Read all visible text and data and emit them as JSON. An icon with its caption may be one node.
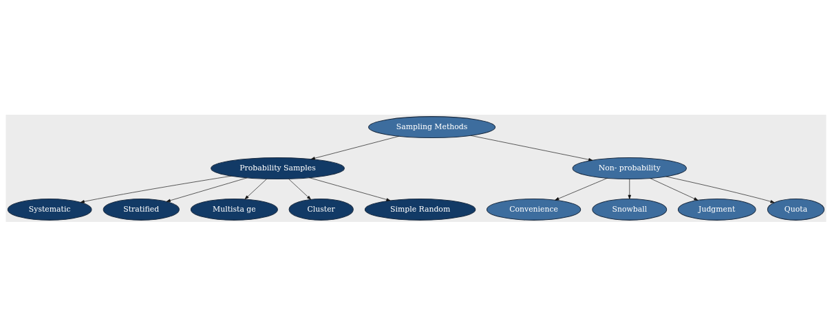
{
  "diagram": {
    "nodes": [
      {
        "text": [
          "Sampling Methods"
        ]
      },
      {
        "text": [
          "Probability Samples"
        ]
      },
      {
        "text": [
          "Non- probability"
        ]
      },
      {
        "text": [
          "Systematic"
        ]
      },
      {
        "text": [
          "Stratified"
        ]
      },
      {
        "text": [
          "Multista ge"
        ]
      },
      {
        "text": [
          "Cluster"
        ]
      },
      {
        "text": [
          "Simple Random"
        ]
      },
      {
        "text": [
          "Convenience"
        ]
      },
      {
        "text": [
          "Snowball"
        ]
      },
      {
        "text": [
          "Judgment"
        ]
      },
      {
        "text": [
          "Quota"
        ]
      }
    ],
    "edges": [
      {
        "from": 0,
        "to": 1,
        "arrow": "to"
      },
      {
        "from": 0,
        "to": 2,
        "arrow": "to"
      },
      {
        "from": 1,
        "to": 3,
        "arrow": "to"
      },
      {
        "from": 1,
        "to": 4,
        "arrow": "to"
      },
      {
        "from": 1,
        "to": 5,
        "arrow": "to"
      },
      {
        "from": 1,
        "to": 6,
        "arrow": "to"
      },
      {
        "from": 1,
        "to": 7,
        "arrow": "to"
      },
      {
        "from": 2,
        "to": 8,
        "arrow": "to"
      },
      {
        "from": 2,
        "to": 9,
        "arrow": "to"
      },
      {
        "from": 2,
        "to": 10,
        "arrow": "to"
      },
      {
        "from": 2,
        "to": 11,
        "arrow": "to"
      }
    ]
  }
}
